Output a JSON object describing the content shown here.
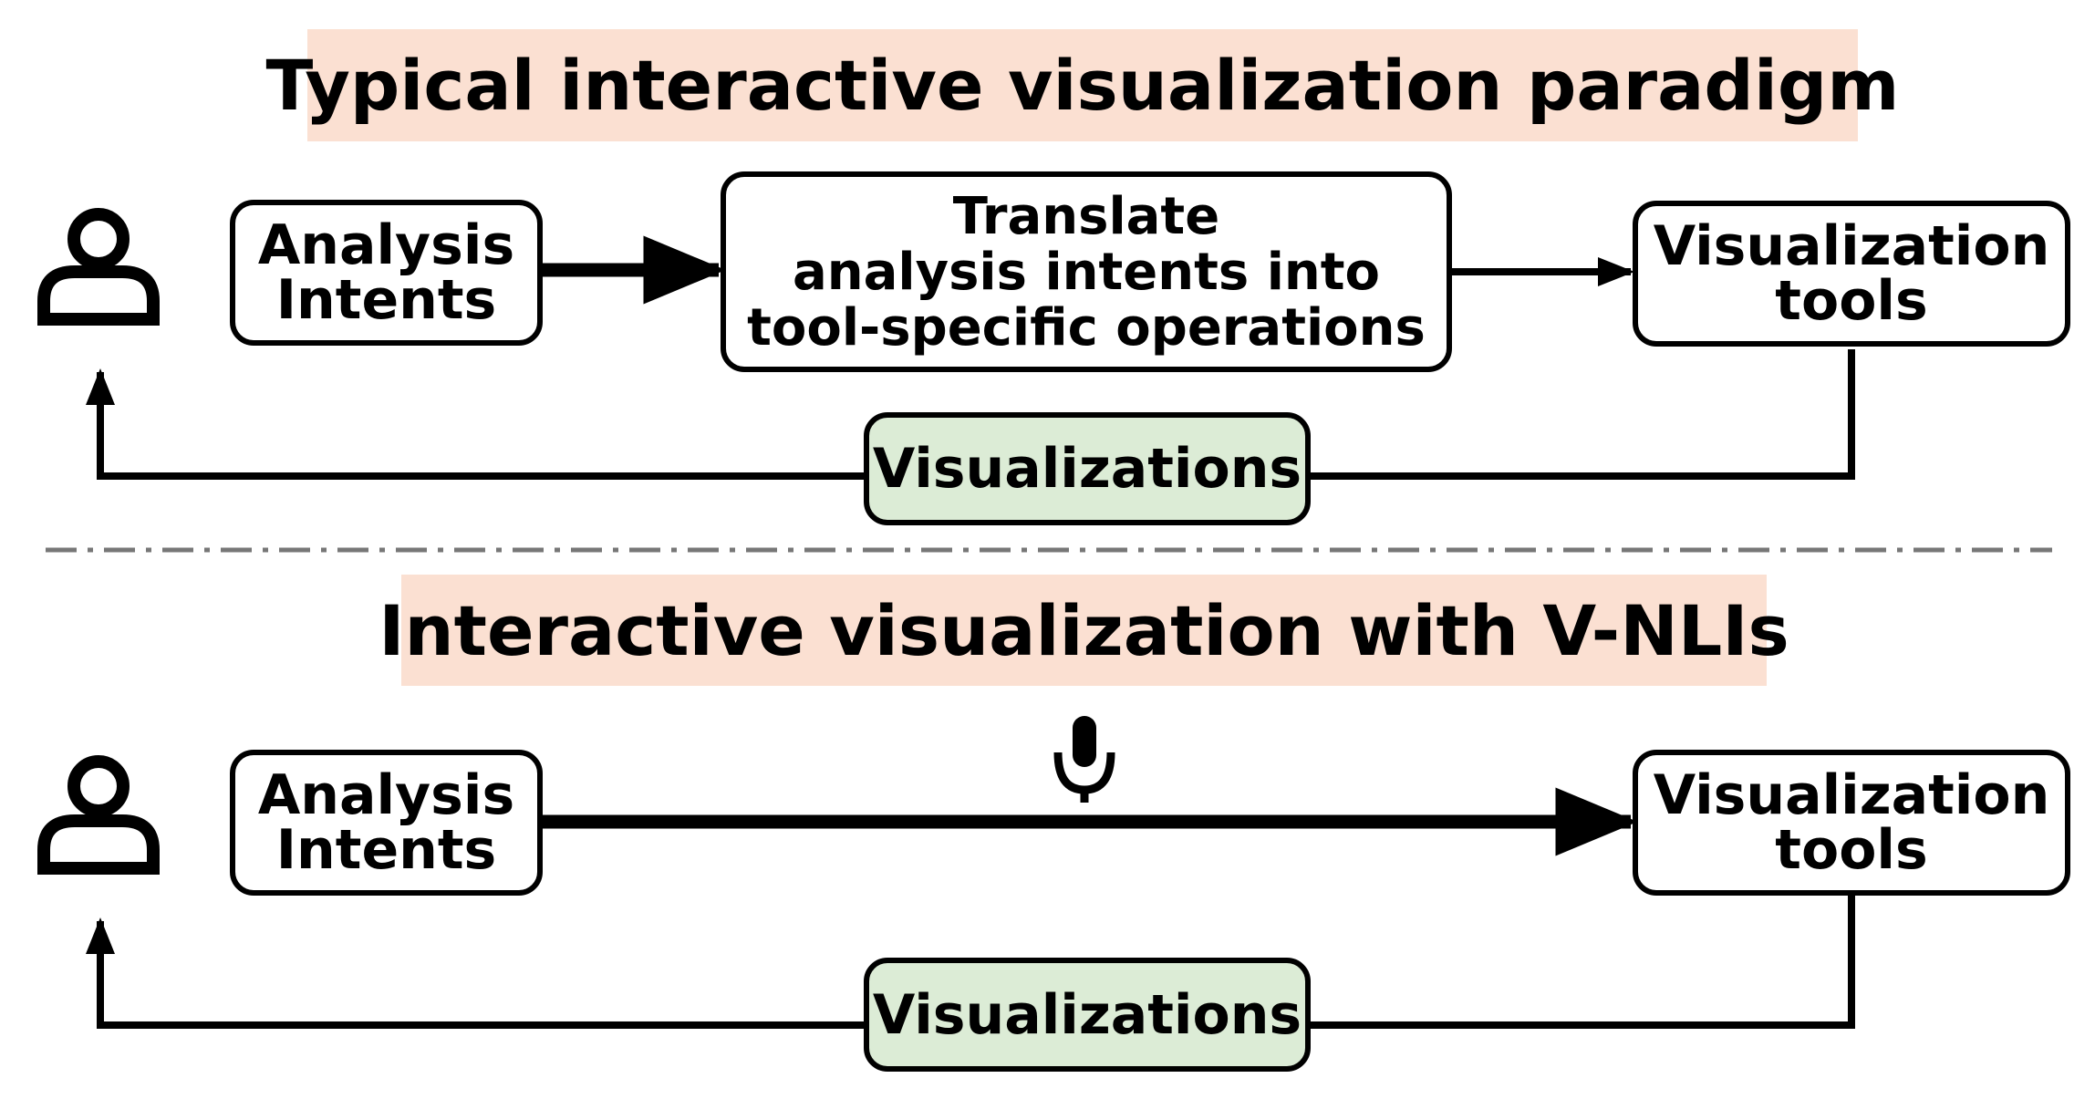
{
  "top": {
    "title": "Typical interactive visualization paradigm",
    "box_intents": "Analysis\nIntents",
    "box_translate": "Translate\nanalysis intents into\ntool-specific operations",
    "box_tools": "Visualization\ntools",
    "box_output": "Visualizations"
  },
  "bottom": {
    "title": "Interactive visualization with V-NLIs",
    "box_intents": "Analysis\nIntents",
    "box_tools": "Visualization\ntools",
    "box_output": "Visualizations"
  },
  "icons": [
    "user-icon",
    "microphone-icon"
  ],
  "colors": {
    "banner": "#fbe0d2",
    "output_box": "#dcecd6",
    "stroke": "#000000"
  }
}
